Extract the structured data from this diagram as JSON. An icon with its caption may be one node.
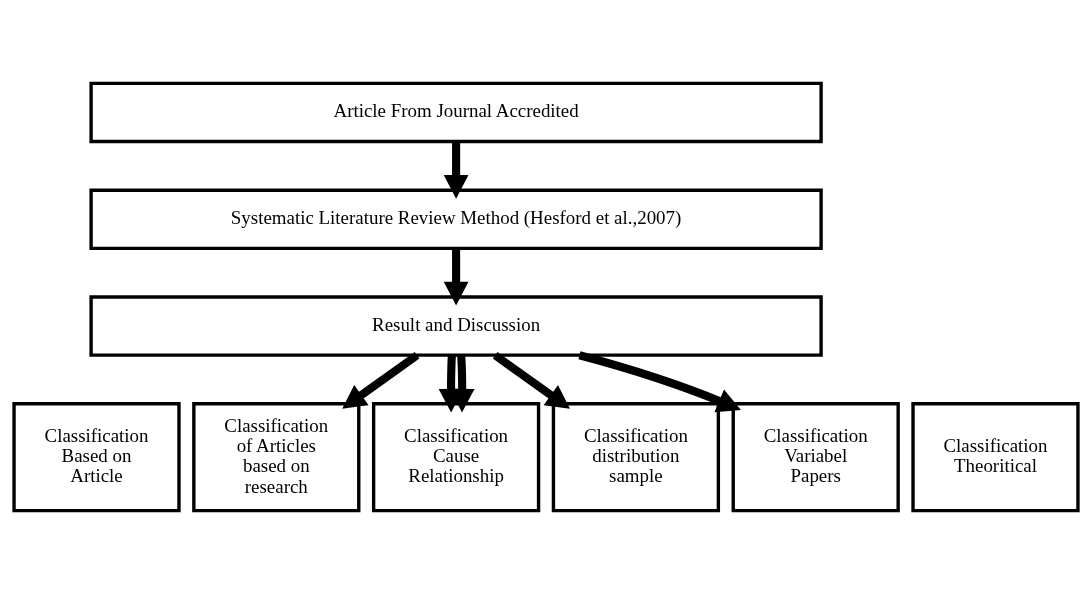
{
  "diagram": {
    "nodes": [
      {
        "text": [
          "Article From Journal Accredited"
        ]
      },
      {
        "text": [
          "Systematic Literature Review Method (Hesford et al.,2007)"
        ]
      },
      {
        "text": [
          "Result and Discussion"
        ]
      },
      {
        "text": [
          "Classification Based on Article"
        ]
      },
      {
        "text": [
          "Classification of Articles based on research"
        ]
      },
      {
        "text": [
          "Classification Cause Relationship"
        ]
      },
      {
        "text": [
          "Classification distribution sample"
        ]
      },
      {
        "text": [
          "Classification Variabel Papers"
        ]
      },
      {
        "text": [
          "Classification Theoritical"
        ]
      }
    ],
    "edges": [
      {
        "from": 0,
        "to": 1,
        "arrow": "to"
      },
      {
        "from": 1,
        "to": 2,
        "arrow": "to"
      },
      {
        "from": 2,
        "to": 4,
        "arrow": "to"
      },
      {
        "from": 2,
        "to": 5,
        "arrow": "to"
      },
      {
        "from": 2,
        "to": 5,
        "arrow": "to"
      },
      {
        "from": 2,
        "to": 6,
        "arrow": "to"
      },
      {
        "from": 2,
        "to": 7,
        "arrow": "to"
      }
    ]
  }
}
